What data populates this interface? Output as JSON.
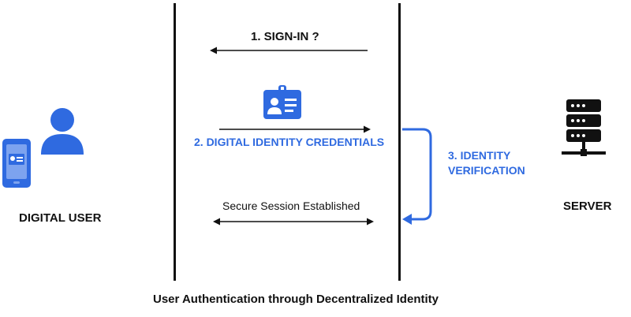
{
  "colors": {
    "accent": "#2f6ae0",
    "ink": "#111111"
  },
  "steps": {
    "sign_in": "1. SIGN-IN ?",
    "credentials": "2. DIGITAL IDENTITY CREDENTIALS",
    "verification_line1": "3. IDENTITY",
    "verification_line2": "VERIFICATION",
    "session": "Secure Session Established"
  },
  "actors": {
    "user": "DIGITAL USER",
    "server": "SERVER"
  },
  "caption": "User Authentication through Decentralized Identity",
  "icons": {
    "user": [
      "mobile-phone-icon",
      "person-icon"
    ],
    "credential": "id-badge-icon",
    "server": "server-rack-icon"
  }
}
